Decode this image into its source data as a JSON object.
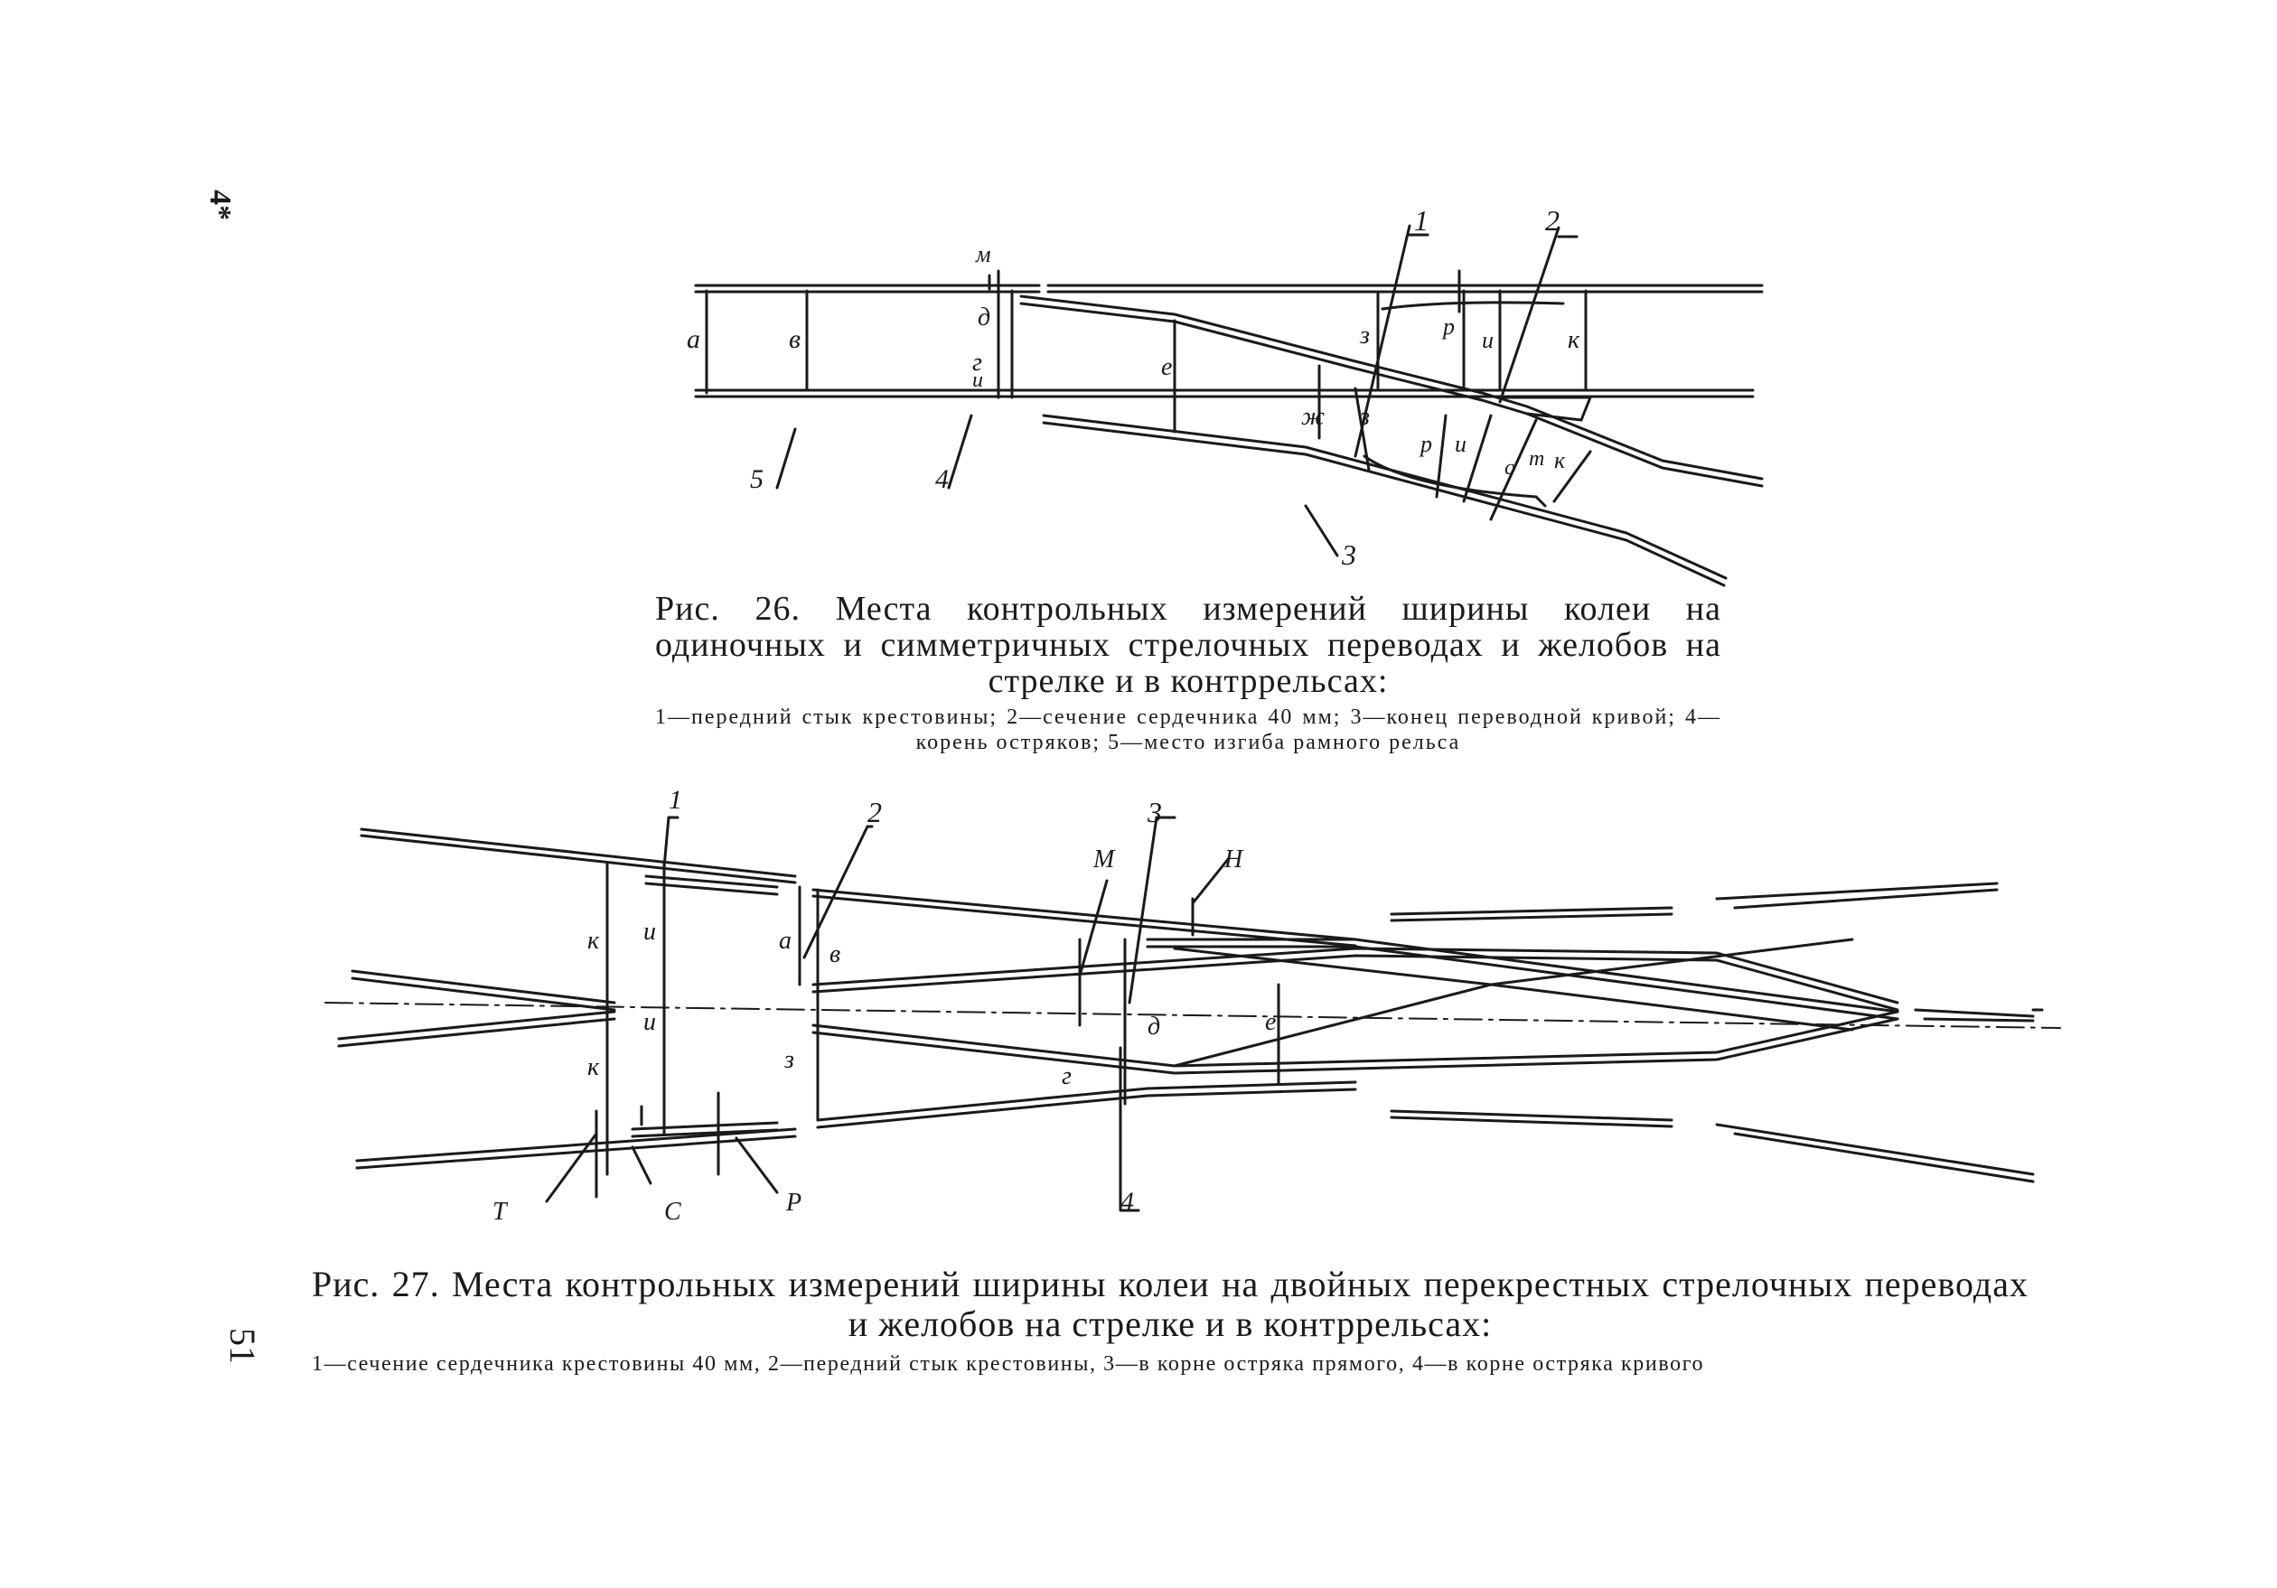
{
  "page": {
    "mark": "4*",
    "number": "51"
  },
  "fig26": {
    "caption": "Рис. 26. Места контрольных измерений ширины колеи на одиночных и симметричных стрелочных переводах и желобов на стрелке и в контррельсах:",
    "legend": "1—передний стык крестовины; 2—сечение сердечника 40 мм; 3—конец переводной кривой; 4—корень остряков; 5—место изгиба рамного рельса",
    "labels": {
      "a": "а",
      "v": "в",
      "g": "г",
      "d": "д",
      "e": "е",
      "zh": "ж",
      "z1": "з",
      "z2": "з",
      "i1": "и",
      "i2": "и",
      "i3": "и",
      "k1": "к",
      "k2": "к",
      "m": "м",
      "r1": "р",
      "r2": "р",
      "s": "с",
      "t": "т",
      "n1": "1",
      "n2": "2",
      "n3": "3",
      "n4": "4",
      "n5": "5"
    }
  },
  "fig27": {
    "caption": "Рис. 27. Места контрольных измерений ширины колеи на двойных перекрестных стрелочных переводах и желобов на стрелке и в контррельсах:",
    "legend": "1—сечение сердечника крестовины 40 мм, 2—передний стык крестовины, 3—в корне остряка прямого, 4—в корне остряка кривого",
    "labels": {
      "k1": "к",
      "k2": "к",
      "i1": "и",
      "i2": "и",
      "a": "а",
      "v": "в",
      "z": "з",
      "g": "г",
      "d": "д",
      "e": "е",
      "M": "М",
      "H": "Н",
      "T": "Т",
      "C": "С",
      "P": "Р",
      "n1": "1",
      "n2": "2",
      "n3": "3",
      "n4": "4"
    }
  }
}
